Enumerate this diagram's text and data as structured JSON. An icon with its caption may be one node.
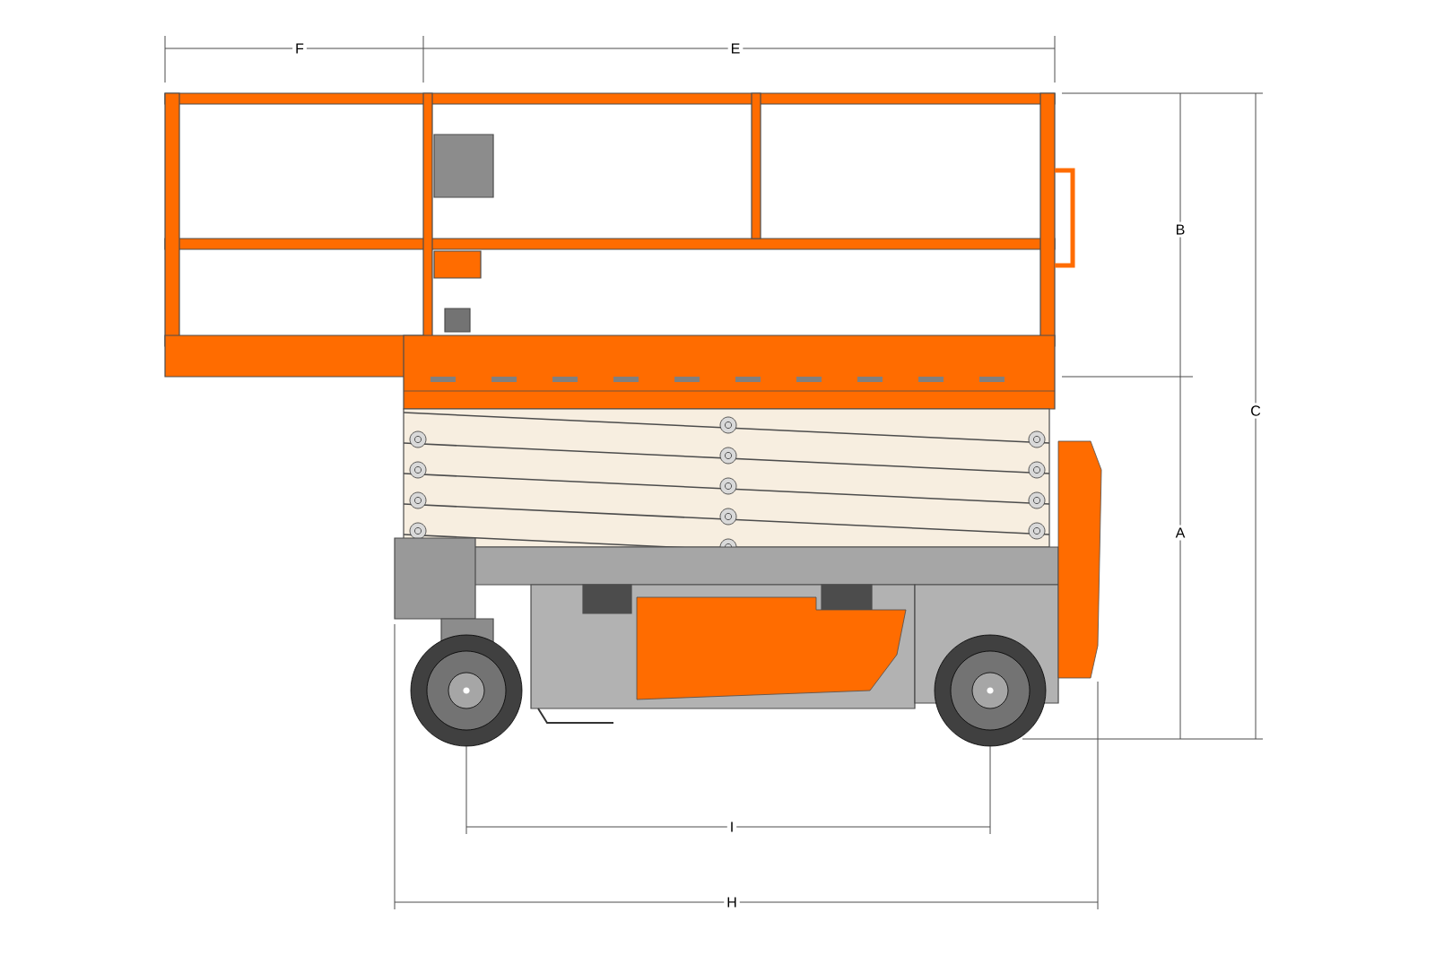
{
  "diagram": {
    "labels": [
      "F",
      "E",
      "B",
      "C",
      "A",
      "I",
      "H"
    ]
  }
}
